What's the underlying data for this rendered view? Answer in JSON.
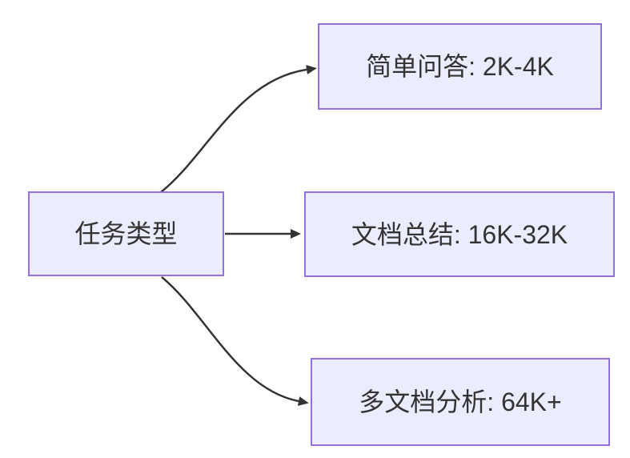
{
  "diagram": {
    "type": "flowchart",
    "direction": "LR",
    "colors": {
      "background": "#FFFFFF",
      "node_fill": "#ECECFF",
      "node_border": "#9370DB",
      "edge": "#333333",
      "text": "#333333"
    },
    "nodes": [
      {
        "id": "task-type",
        "label": "任务类型"
      },
      {
        "id": "simple-qa",
        "label": "简单问答: 2K-4K"
      },
      {
        "id": "doc-summary",
        "label": "文档总结: 16K-32K"
      },
      {
        "id": "multi-doc-analysis",
        "label": "多文档分析: 64K+"
      }
    ],
    "edges": [
      {
        "from": "task-type",
        "to": "simple-qa"
      },
      {
        "from": "task-type",
        "to": "doc-summary"
      },
      {
        "from": "task-type",
        "to": "multi-doc-analysis"
      }
    ]
  }
}
